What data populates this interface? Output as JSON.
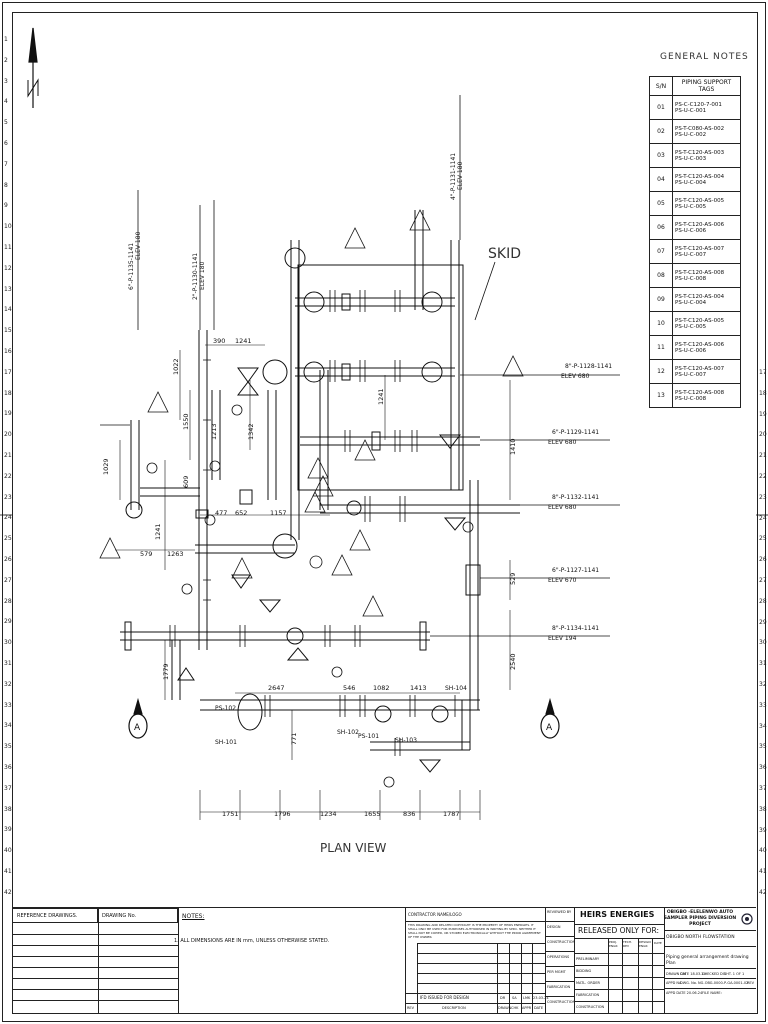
{
  "general_notes": {
    "title": "GENERAL NOTES",
    "header_sn": "S/N",
    "header_tags": "PIPING SUPPORT TAGS",
    "rows": [
      {
        "sn": "01",
        "tag1": "PS-C-C120-7-001",
        "tag2": "PS-U-C-001"
      },
      {
        "sn": "02",
        "tag1": "PS-T-C080-AS-002",
        "tag2": "PS-U-C-002"
      },
      {
        "sn": "03",
        "tag1": "PS-T-C120-AS-003",
        "tag2": "PS-U-C-003"
      },
      {
        "sn": "04",
        "tag1": "PS-T-C120-AS-004",
        "tag2": "PS-U-C-004"
      },
      {
        "sn": "05",
        "tag1": "PS-T-C120-AS-005",
        "tag2": "PS-U-C-005"
      },
      {
        "sn": "06",
        "tag1": "PS-T-C120-AS-006",
        "tag2": "PS-U-C-006"
      },
      {
        "sn": "07",
        "tag1": "PS-T-C120-AS-007",
        "tag2": "PS-U-C-007"
      },
      {
        "sn": "08",
        "tag1": "PS-T-C120-AS-008",
        "tag2": "PS-U-C-008"
      },
      {
        "sn": "09",
        "tag1": "PS-T-C120-AS-004",
        "tag2": "PS-U-C-004"
      },
      {
        "sn": "10",
        "tag1": "PS-T-C120-AS-005",
        "tag2": "PS-U-C-005"
      },
      {
        "sn": "11",
        "tag1": "PS-T-C120-AS-006",
        "tag2": "PS-U-C-006"
      },
      {
        "sn": "12",
        "tag1": "PS-T-C120-AS-007",
        "tag2": "PS-U-C-007"
      },
      {
        "sn": "13",
        "tag1": "PS-T-C120-AS-008",
        "tag2": "PS-U-C-008"
      }
    ]
  },
  "row_numbers_left": [
    "1",
    "2",
    "3",
    "4",
    "5",
    "6",
    "7",
    "8",
    "9",
    "10",
    "11",
    "12",
    "13",
    "14",
    "15",
    "16",
    "17",
    "18",
    "19",
    "20",
    "21",
    "22",
    "23",
    "24",
    "25",
    "26",
    "27",
    "28",
    "29",
    "30",
    "31",
    "32",
    "33",
    "34",
    "35",
    "36",
    "37",
    "38",
    "39",
    "40",
    "41",
    "42"
  ],
  "row_numbers_right": [
    "17",
    "18",
    "19",
    "20",
    "21",
    "22",
    "23",
    "24",
    "25",
    "26",
    "27",
    "28",
    "29",
    "30",
    "31",
    "32",
    "33",
    "34",
    "35",
    "36",
    "37",
    "38",
    "39",
    "40",
    "41",
    "42"
  ],
  "drawing": {
    "view_title": "PLAN VIEW",
    "skid_label": "SKID",
    "section_marker": "A",
    "line_labels": [
      {
        "line": "8\"-P-1128-1141",
        "elev": "ELEV 680"
      },
      {
        "line": "6\"-P-1129-1141",
        "elev": "ELEV 680"
      },
      {
        "line": "8\"-P-1132-1141",
        "elev": "ELEV 680"
      },
      {
        "line": "6\"-P-1127-1141",
        "elev": "ELEV 670"
      },
      {
        "line": "8\"-P-1134-1141",
        "elev": "ELEV 194"
      }
    ],
    "vertical_labels": [
      "6\"-P-1135-1141",
      "ELEV 180",
      "2\"-P-1130-1141",
      "ELEV 180",
      "4\"-P-1131-1141",
      "ELEV 180"
    ],
    "dimensions_top": [
      "1241",
      "390",
      "1022",
      "1550",
      "1213",
      "1342",
      "1241"
    ],
    "dimensions_mid": [
      "1029",
      "609",
      "477",
      "652",
      "1157",
      "1241",
      "579",
      "1263",
      "1410",
      "529",
      "2540"
    ],
    "dimensions_low": [
      "1779",
      "2647",
      "546",
      "1082",
      "1413",
      "771"
    ],
    "dimensions_bottom": [
      "1751",
      "1796",
      "1234",
      "1655",
      "836",
      "1787"
    ],
    "equipment_tags": [
      "SH-101",
      "SH-102",
      "PS-101",
      "PS-102",
      "SH-103",
      "SH-104"
    ]
  },
  "title_block": {
    "reference_header": "REFERENCE DRAWINGS.",
    "drawing_no_header": "DRAWING No.",
    "notes_header": "NOTES:",
    "note_1": "1. ALL DIMENSIONS ARE IN mm, UNLESS OTHERWISE STATED.",
    "contractor_label": "CONTRACTOR NAME/LOGO",
    "copyright_text": "THIS DRAWING AND RELATED COPYRIGHT IS THE PROPERTY OF HEIRS ENERGIES. IT SHALL ONLY BE USED FOR PURPOSES AUTHORISED IN WRITING BY SPDC. NEITHER IT SHALL NOT BE COPIED, OR STORED ELECTRONICALLY WITHOUT THE PRIOR AGREEMENT OF THE OWNER.",
    "issued_for": "IFD  ISSUED FOR DESIGN",
    "rev_cols": [
      "REV",
      "DESCRIPTION",
      "DRAWN",
      "CHK",
      "APPR",
      "DATE"
    ],
    "rev_values": [
      "DR",
      "SA",
      "LMK",
      "23.03.24"
    ],
    "reviewed_by": "REVIEWED BY",
    "review_rows": [
      "DESIGN",
      "CONSTRUCTION",
      "OPERATIONS",
      "PER MGMT",
      "FABRICATION",
      "CONSTRUCTION"
    ],
    "company": "HEIRS ENERGIES",
    "released": "RELEASED ONLY FOR:",
    "release_cols": [
      "PROJ. ENGR",
      "TECH. REV",
      "DESIGN ENGR",
      "DATE"
    ],
    "release_rows": [
      "PRELIMINARY",
      "BIDDING",
      "MATL. ORDER",
      "FABRICATION",
      "CONSTRUCTION"
    ],
    "project_title": "OBIGBO -ELELENWO AUTO SAMPLER PIPING DIVERSION PROJECT",
    "location": "OBIGBO NORTH FLOWSTATION",
    "drawing_title": "Piping general arrangement drawing Plan",
    "drawn_by": "DRAWN CM",
    "date1": "DATE 18.03.24",
    "checked": "CHECKED DO",
    "sheet": "SHT. 1 OF 1",
    "appd": "APPD NA",
    "dwg_no": "DWG. No. NG-OBG-0000-P-GA-0001-02",
    "appd_date": "APPD DATE 20.06.24",
    "file_name": "FILE NAME:",
    "rev_label": "REV"
  }
}
